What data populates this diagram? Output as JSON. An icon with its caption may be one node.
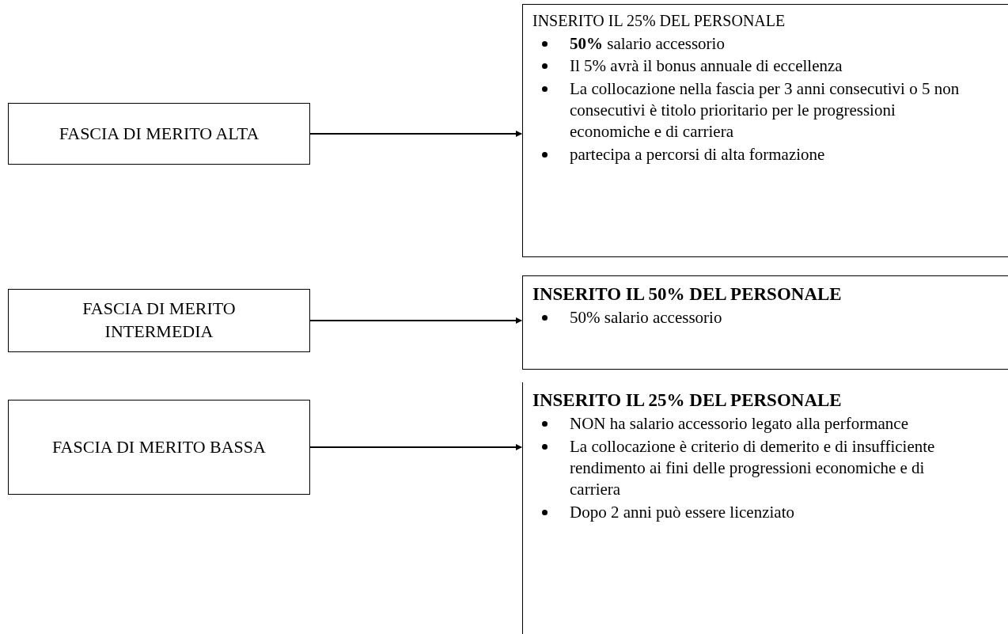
{
  "diagram": {
    "nodes": [
      {
        "text": [
          "FASCIA DI MERITO ALTA"
        ]
      },
      {
        "text": [
          "INSERITO IL 25% DEL PERSONALE",
          "**50%** salario accessorio",
          "Il 5% avrà il bonus annuale di eccellenza",
          "La collocazione nella fascia per 3 anni consecutivi o 5 non consecutivi è titolo prioritario per le progressioni economiche e di carriera",
          "partecipa a percorsi di alta formazione"
        ]
      },
      {
        "text": [
          "FASCIA DI MERITO INTERMEDIA"
        ]
      },
      {
        "text": [
          "INSERITO IL 50% DEL PERSONALE",
          "50% salario accessorio"
        ]
      },
      {
        "text": [
          "FASCIA DI MERITO BASSA"
        ]
      },
      {
        "text": [
          "INSERITO IL 25% DEL PERSONALE",
          "NON ha salario accessorio legato alla performance",
          "La collocazione è criterio di demerito e di insufficiente rendimento ai fini delle progressioni economiche e di carriera",
          "Dopo 2 anni può essere licenziato"
        ]
      }
    ],
    "edges": [
      {
        "from": 0,
        "to": 1,
        "arrow": "to"
      },
      {
        "from": 2,
        "to": 3,
        "arrow": "to"
      },
      {
        "from": 4,
        "to": 5,
        "arrow": "to"
      }
    ]
  }
}
